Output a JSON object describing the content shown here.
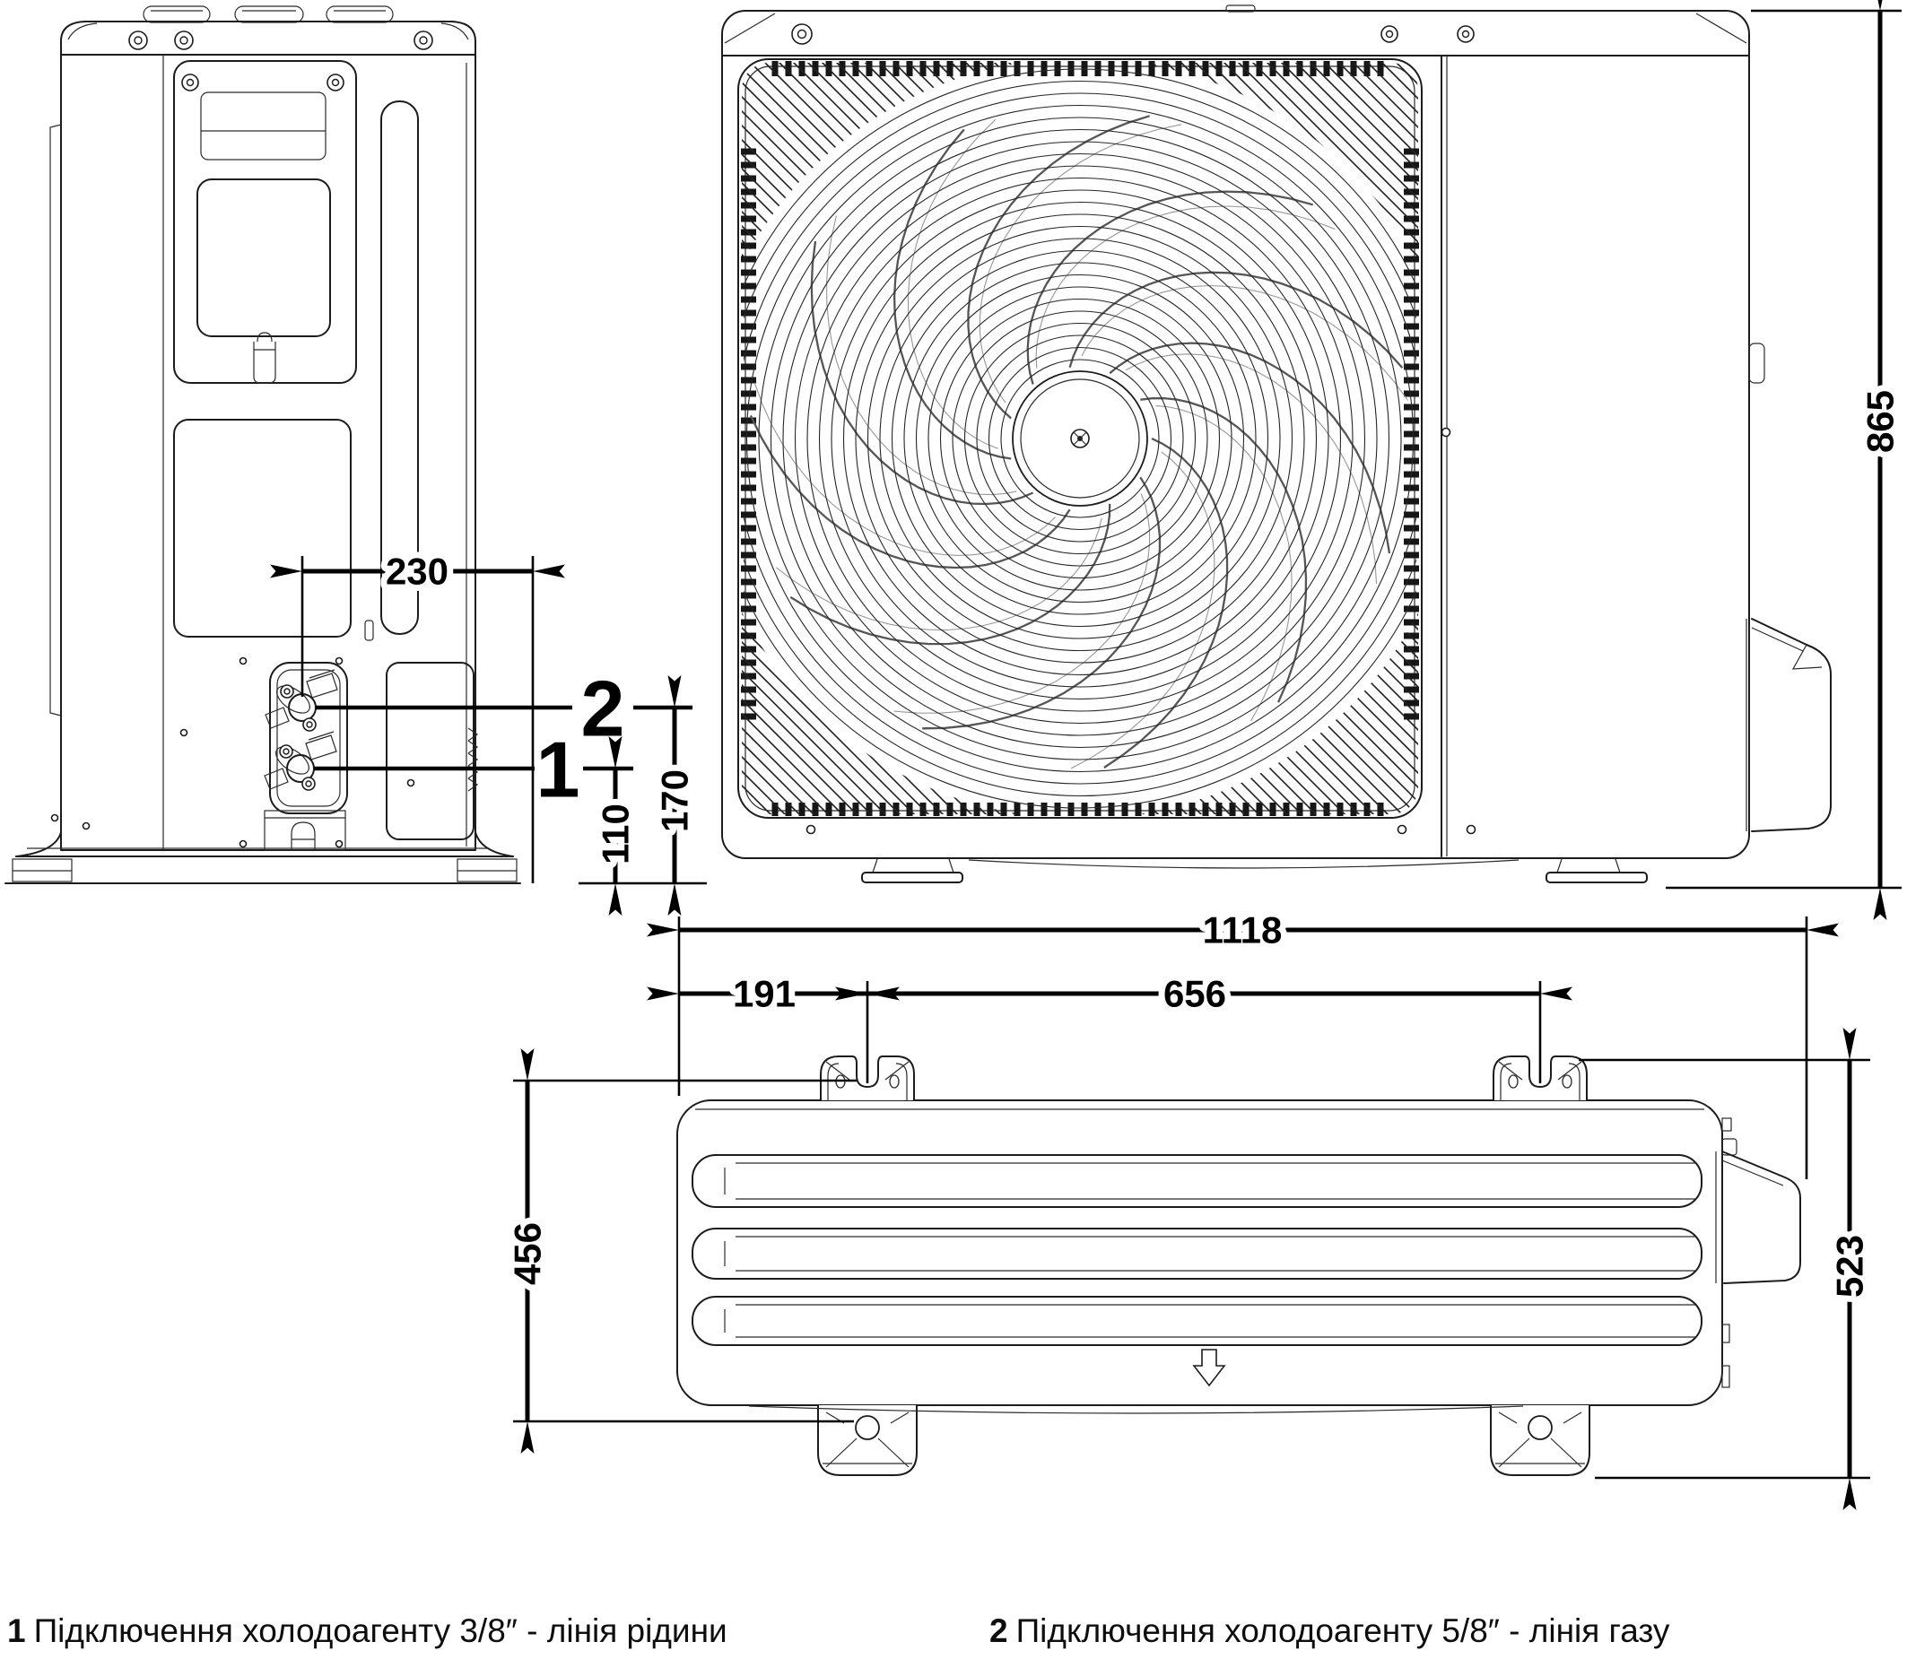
{
  "drawing": {
    "type": "outdoor-unit-dimensional-drawing",
    "views": [
      "rear",
      "front",
      "top"
    ],
    "unit_of_measure": "mm",
    "line_color": "#1c1c1c",
    "dimension_color": "#000000"
  },
  "dimensions": {
    "rear_pipe_offset": "230",
    "gas_pipe_height": "170",
    "liquid_pipe_height": "110",
    "unit_height": "865",
    "overall_width": "1118",
    "bracket_offset": "191",
    "bracket_spacing": "656",
    "body_depth": "456",
    "overall_depth": "523"
  },
  "callouts": {
    "gas": "2",
    "liquid": "1"
  },
  "legend": {
    "liquid_num": "1",
    "liquid_text": "Підключення холодоагенту 3/8″ - лінія рідини",
    "gas_num": "2",
    "gas_text": "Підключення холодоагенту 5/8″ - лінія газу"
  }
}
